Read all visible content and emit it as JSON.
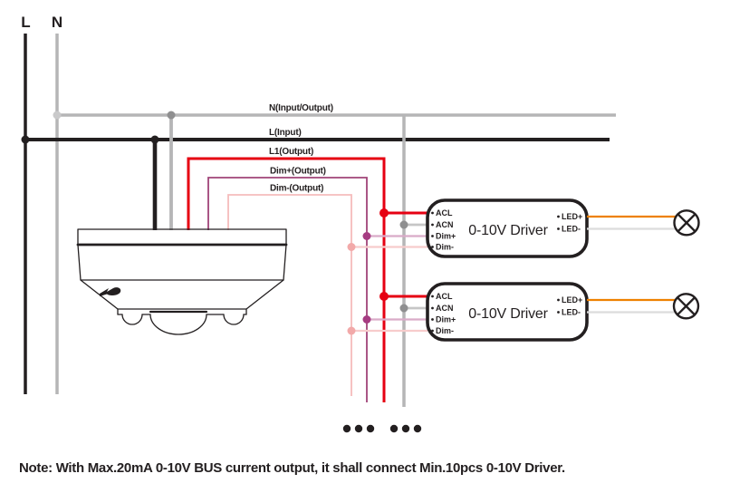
{
  "supply": {
    "l_label": "L",
    "n_label": "N"
  },
  "wires": {
    "n_label": "N(Input/Output)",
    "l_label": "L(Input)",
    "l1_label": "L1(Output)",
    "dim_plus_label": "Dim+(Output)",
    "dim_minus_label": "Dim-(Output)"
  },
  "drivers": [
    {
      "name": "0-10V Driver",
      "left_terminals": [
        "ACL",
        "ACN",
        "Dim+",
        "Dim-"
      ],
      "right_terminals": [
        "LED+",
        "LED-"
      ]
    },
    {
      "name": "0-10V Driver",
      "left_terminals": [
        "ACL",
        "ACN",
        "Dim+",
        "Dim-"
      ],
      "right_terminals": [
        "LED+",
        "LED-"
      ]
    }
  ],
  "note": "Note: With Max.20mA 0-10V BUS current output, it shall connect Min.10pcs 0-10V Driver.",
  "colors": {
    "ink_black": "#231f20",
    "neutral_gray": "#b5b5b6",
    "neutral_junction_light": "#c9c9ca",
    "neutral_dot_dark": "#8f8f90",
    "acn_tap_gray": "#c6c6c6",
    "l1_red": "#e60012",
    "dim_plus_purple": "#a04478",
    "dim_plus_tap": "#d9abc8",
    "dim_plus_dot": "#a63c82",
    "dim_minus_pink": "#f5bcbc",
    "dim_minus_tap": "#f7cccc",
    "dim_minus_dot": "#f2a9a9",
    "led_plus_orange": "#ee8100",
    "led_minus_gray": "#dcdcdc"
  }
}
